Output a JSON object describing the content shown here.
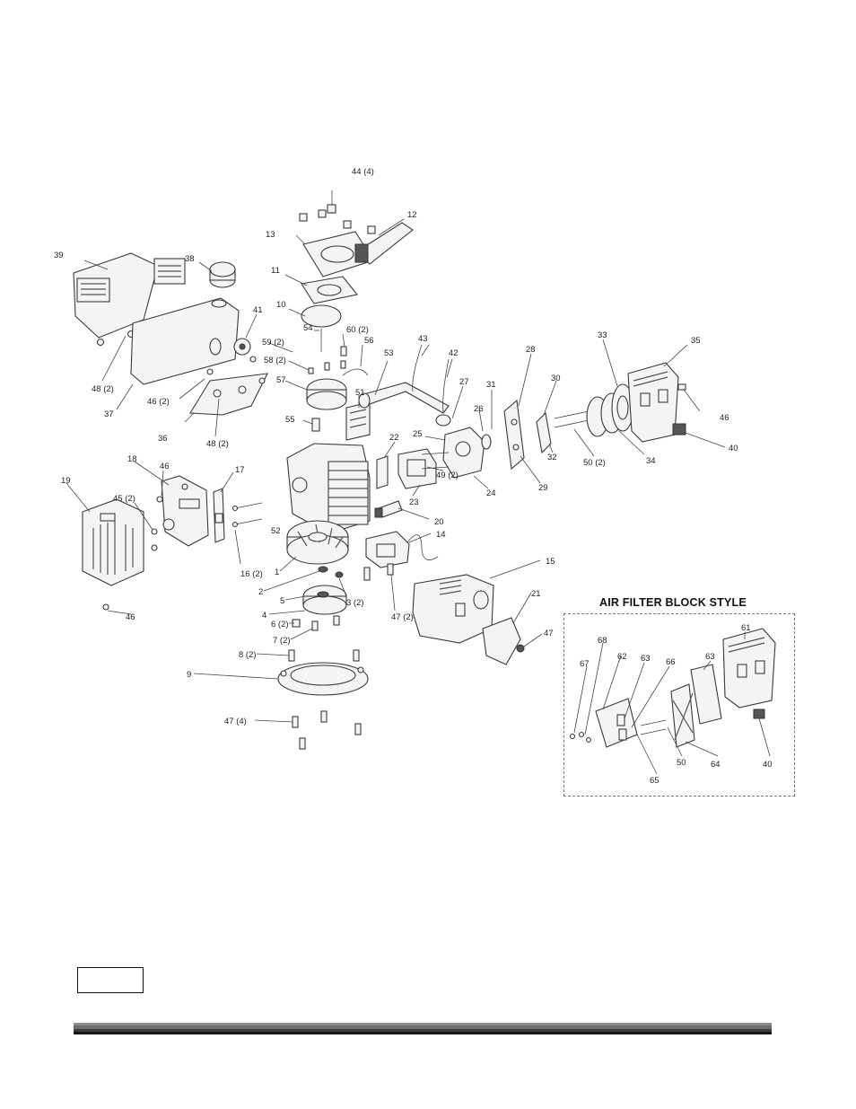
{
  "diagram": {
    "inset_title": "AIR FILTER BLOCK STYLE",
    "labels": [
      {
        "id": "l44",
        "text": "44 (4)"
      },
      {
        "id": "l12",
        "text": "12"
      },
      {
        "id": "l13",
        "text": "13"
      },
      {
        "id": "l39",
        "text": "39"
      },
      {
        "id": "l38",
        "text": "38"
      },
      {
        "id": "l11",
        "text": "11"
      },
      {
        "id": "l10",
        "text": "10"
      },
      {
        "id": "l41",
        "text": "41"
      },
      {
        "id": "l54",
        "text": "54"
      },
      {
        "id": "l60",
        "text": "60 (2)"
      },
      {
        "id": "l59",
        "text": "59 (2)"
      },
      {
        "id": "l56",
        "text": "56"
      },
      {
        "id": "l58",
        "text": "58 (2)"
      },
      {
        "id": "l53",
        "text": "53"
      },
      {
        "id": "l43",
        "text": "43"
      },
      {
        "id": "l42",
        "text": "42"
      },
      {
        "id": "l28",
        "text": "28"
      },
      {
        "id": "l33",
        "text": "33"
      },
      {
        "id": "l35",
        "text": "35"
      },
      {
        "id": "l48a",
        "text": "48 (2)"
      },
      {
        "id": "l57",
        "text": "57"
      },
      {
        "id": "l46a",
        "text": "46 (2)"
      },
      {
        "id": "l37",
        "text": "37"
      },
      {
        "id": "l36",
        "text": "36"
      },
      {
        "id": "l48b",
        "text": "48 (2)"
      },
      {
        "id": "l51",
        "text": "51"
      },
      {
        "id": "l27",
        "text": "27"
      },
      {
        "id": "l31",
        "text": "31"
      },
      {
        "id": "l30",
        "text": "30"
      },
      {
        "id": "l46b",
        "text": "46"
      },
      {
        "id": "l55",
        "text": "55"
      },
      {
        "id": "l26",
        "text": "26"
      },
      {
        "id": "l25",
        "text": "25"
      },
      {
        "id": "l22",
        "text": "22"
      },
      {
        "id": "l40a",
        "text": "40"
      },
      {
        "id": "l32",
        "text": "32"
      },
      {
        "id": "l50a",
        "text": "50 (2)"
      },
      {
        "id": "l34",
        "text": "34"
      },
      {
        "id": "l18",
        "text": "18"
      },
      {
        "id": "l46c",
        "text": "46"
      },
      {
        "id": "l17",
        "text": "17"
      },
      {
        "id": "l29",
        "text": "29"
      },
      {
        "id": "l19",
        "text": "19"
      },
      {
        "id": "l49",
        "text": "49 (2)"
      },
      {
        "id": "l24",
        "text": "24"
      },
      {
        "id": "l23",
        "text": "23"
      },
      {
        "id": "l45",
        "text": "45 (2)"
      },
      {
        "id": "l20",
        "text": "20"
      },
      {
        "id": "l52",
        "text": "52"
      },
      {
        "id": "l14",
        "text": "14"
      },
      {
        "id": "l16",
        "text": "16 (2)"
      },
      {
        "id": "l15",
        "text": "15"
      },
      {
        "id": "l1",
        "text": "1"
      },
      {
        "id": "l2",
        "text": "2"
      },
      {
        "id": "l3",
        "text": "3 (2)"
      },
      {
        "id": "l47a",
        "text": "47 (2)"
      },
      {
        "id": "l21",
        "text": "21"
      },
      {
        "id": "l5",
        "text": "5"
      },
      {
        "id": "l46d",
        "text": "46"
      },
      {
        "id": "l4",
        "text": "4"
      },
      {
        "id": "l6",
        "text": "6 (2)"
      },
      {
        "id": "l7",
        "text": "7 (2)"
      },
      {
        "id": "l47b",
        "text": "47"
      },
      {
        "id": "l61",
        "text": "61"
      },
      {
        "id": "l68",
        "text": "68"
      },
      {
        "id": "l62",
        "text": "62"
      },
      {
        "id": "l63a",
        "text": "63"
      },
      {
        "id": "l66",
        "text": "66"
      },
      {
        "id": "l63b",
        "text": "63"
      },
      {
        "id": "l67",
        "text": "67"
      },
      {
        "id": "l8",
        "text": "8 (2)"
      },
      {
        "id": "l9",
        "text": "9"
      },
      {
        "id": "l47c",
        "text": "47 (4)"
      },
      {
        "id": "l50b",
        "text": "50"
      },
      {
        "id": "l64",
        "text": "64"
      },
      {
        "id": "l40b",
        "text": "40"
      },
      {
        "id": "l65",
        "text": "65"
      }
    ]
  }
}
